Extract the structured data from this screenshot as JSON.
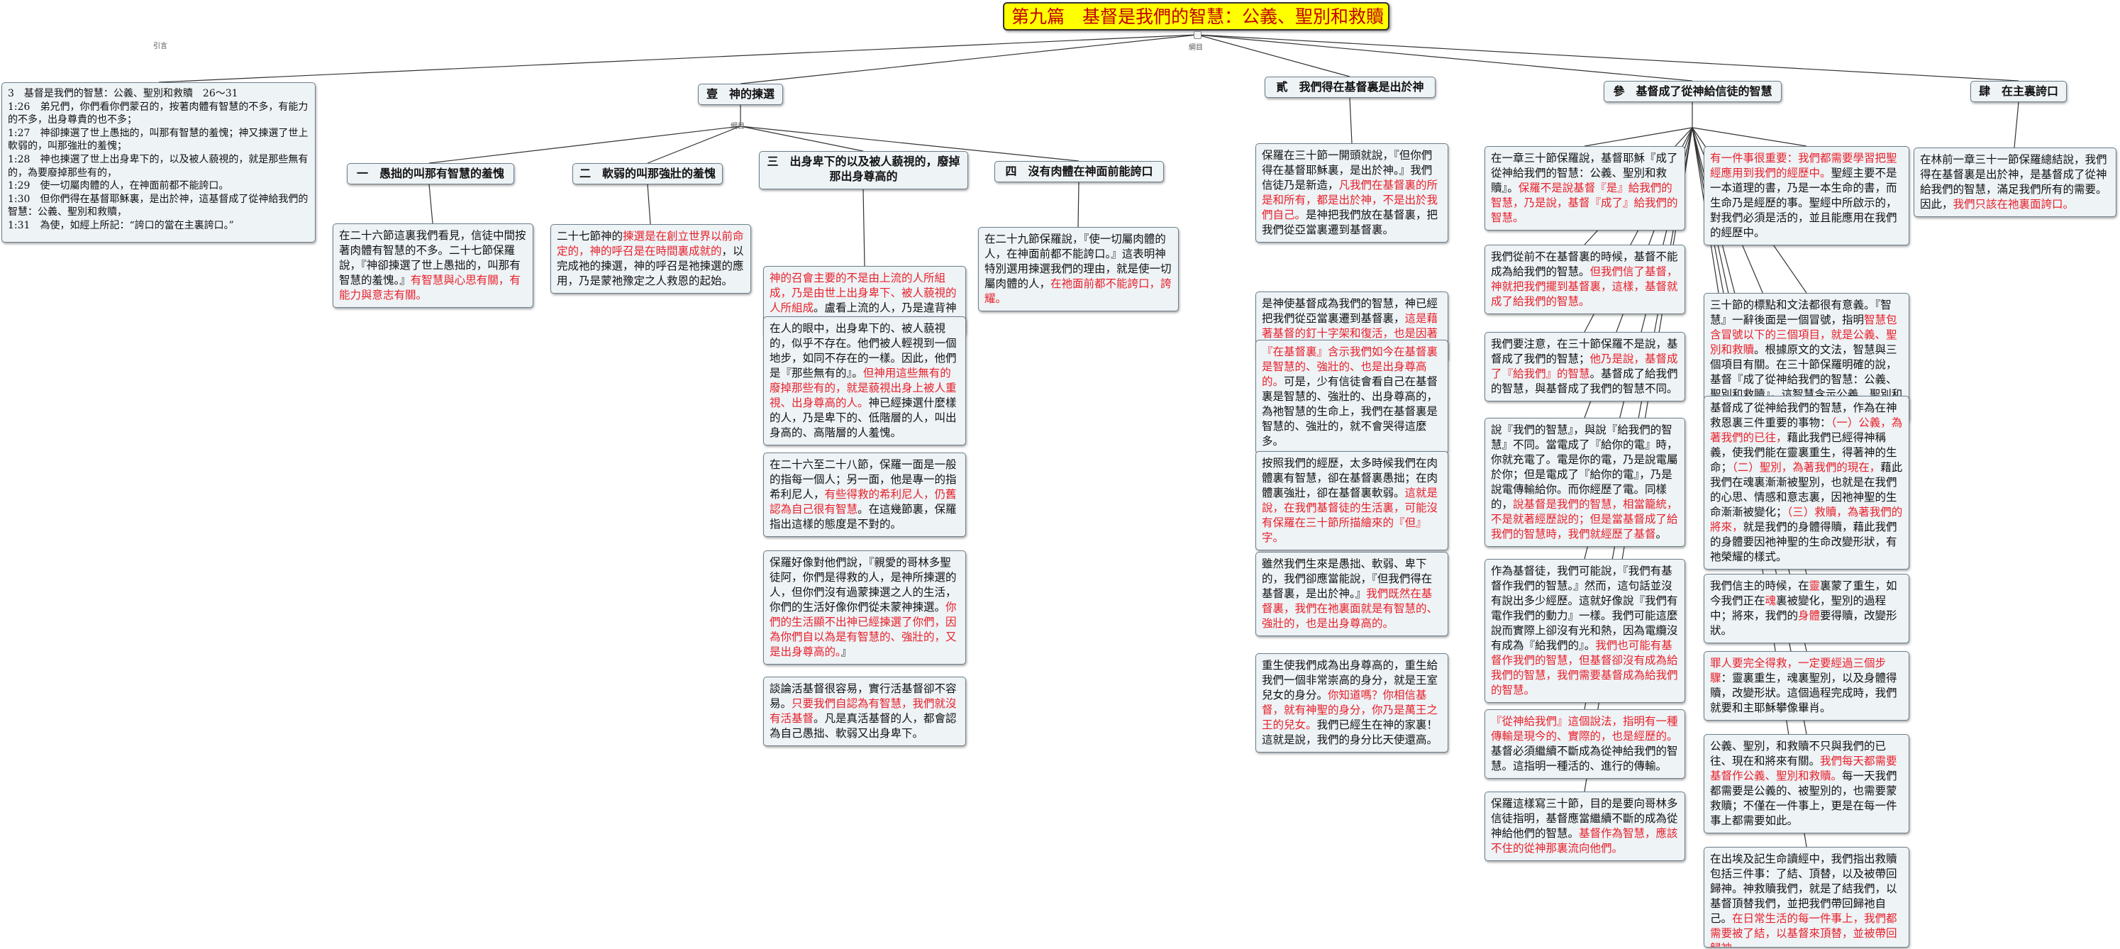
{
  "title": "第九篇　基督是我們的智慧：公義、聖別和救贖",
  "connector_labels": {
    "left": "引言",
    "center": "綱目",
    "sub": "綱目"
  },
  "intro": {
    "text": "3　基督是我們的智慧：公義、聖別和救贖　26～31\n1:26　弟兄們，你們看你們蒙召的，按著肉體有智慧的不多，有能力的不多，出身尊貴的也不多；\n1:27　神卻揀選了世上愚拙的，叫那有智慧的羞愧；神又揀選了世上軟弱的，叫那強壯的羞愧；\n1:28　神也揀選了世上出身卑下的，以及被人藐視的，就是那些無有的，為要廢掉那些有的，\n1:29　使一切屬肉體的人，在神面前都不能誇口。\n1:30　但你們得在基督耶穌裏，是出於神，這基督成了從神給我們的智慧：公義、聖別和救贖，\n1:31　為使，如經上所記：“誇口的當在主裏誇口。”"
  },
  "b1": {
    "title": "壹　神的揀選",
    "subs": [
      {
        "title": "一　愚拙的叫那有智慧的羞愧",
        "notes": [
          [
            {
              "t": "在二十六節這裏我們看見，信徒中間按著肉體有智慧的不多。二十七節保羅說，『神卻揀選了世上愚拙的，叫那有智慧的羞愧。』"
            },
            {
              "t": "有智慧與心思有關，有能力與意志有關。",
              "r": true
            }
          ]
        ]
      },
      {
        "title": "二　軟弱的叫那強壯的羞愧",
        "notes": [
          [
            {
              "t": "二十七節神的"
            },
            {
              "t": "揀選是在創立世界以前命定的，神的呼召是在時間裏成就的",
              "r": true
            },
            {
              "t": "，以完成祂的揀選，神的呼召是祂揀選的應用，乃是蒙祂豫定之人救恩的起始。"
            }
          ]
        ]
      },
      {
        "title": "三　出身卑下的以及被人藐視的，廢掉那出身尊高的",
        "notes": [
          [
            {
              "t": "神的召會主要的不是由上流的人所組成，乃是由世上出身卑下、被人藐視的人所組成",
              "r": true
            },
            {
              "t": "。盧看上流的人，乃是違背神的心意，也是召會的霸凌。"
            }
          ],
          [
            {
              "t": "在人的眼中，出身卑下的、被人藐視的，似乎不存在。他們被人輕視到一個地步，如同不存在的一樣。因此，他們是『那些無有的』。"
            },
            {
              "t": "但神用這些無有的廢掉那些有的，就是藐視出身上被人重視、出身尊高的人。",
              "r": true
            },
            {
              "t": "神已經揀選什麼樣的人，乃是卑下的、低階層的人，叫出身高的、高階層的人羞愧。"
            }
          ],
          [
            {
              "t": "在二十六至二十八節，保羅一面是一般的指每一個人；另一面，他是專一的指希利尼人，"
            },
            {
              "t": "有些得救的希利尼人，仍舊認為自己很有智慧",
              "r": true
            },
            {
              "t": "。在這幾節裏，保羅指出這樣的態度是不對的。"
            }
          ],
          [
            {
              "t": "保羅好像對他們說，『親愛的哥林多聖徒阿，你們是得救的人，是神所揀選的人，但你們沒有過蒙揀選之人的生活，你們的生活好像你們從未蒙神揀選。"
            },
            {
              "t": "你們的生活顯不出神已經揀選了你們，因為你們自以為是有智慧的、強壯的，又是出身尊高的。",
              "r": true
            },
            {
              "t": "』"
            }
          ],
          [
            {
              "t": "談論活基督很容易，實行活基督卻不容易。"
            },
            {
              "t": "只要我們自認為有智慧，我們就沒有活基督",
              "r": true
            },
            {
              "t": "。凡是真活基督的人，都會認為自己愚拙、軟弱又出身卑下。"
            }
          ]
        ]
      },
      {
        "title": "四　沒有肉體在神面前能誇口",
        "notes": [
          [
            {
              "t": "在二十九節保羅說，『使一切屬肉體的人，在神面前都不能誇口。』這表明神特別選用揀選我們的理由，就是使一切屬肉體的人，"
            },
            {
              "t": "在祂面前都不能誇口，誇耀。",
              "r": true
            }
          ]
        ]
      }
    ]
  },
  "b2": {
    "title": "貳　我們得在基督裏是出於神",
    "notes": [
      [
        {
          "t": "保羅在三十節一開頭就說，『但你們得在基督耶穌裏，是出於神。』我們信徒乃是新造，"
        },
        {
          "t": "凡我們在基督裏的所是和所有，都是出於神，不是出於我們自己。",
          "r": true
        },
        {
          "t": "是神把我們放在基督裏，把我們從亞當裏遷到基督裏。"
        }
      ],
      [
        {
          "t": "是神使基督成為我們的智慧，神已經把我們從亞當裏遷到基督裏，"
        },
        {
          "t": "這是藉著基督的釘十字架和復活，也是因著我們的相信和受浸。",
          "r": true
        }
      ],
      [
        {
          "t": "『在基督裏』含示我們如今在基督裏是智慧的、強壯的、也是出身尊高的。",
          "r": true
        },
        {
          "t": "可是，少有信徒會看自己在基督裏是智慧的、強壯的、出身尊高的，為祂智慧的生命上，我們在基督裏是智慧的、強壯的，就不會哭得這麼多。"
        }
      ],
      [
        {
          "t": "按照我們的經歷，太多時候我們在肉體裏有智慧，卻在基督裏愚拙；在肉體裏強壯，卻在基督裏軟弱。"
        },
        {
          "t": "這就是說，在我們基督徒的生活裏，可能沒有保羅在三十節所描繪來的『但』字。",
          "r": true
        }
      ],
      [
        {
          "t": "雖然我們生來是愚拙、軟弱、卑下的，我們卻應當能說，『但我們得在基督裏，是出於神。』"
        },
        {
          "t": "我們既然在基督裏，我們在祂裏面就是有智慧的、強壯的，也是出身尊高的。",
          "r": true
        }
      ],
      [
        {
          "t": "重生使我們成為出身尊高的，重生給我們一個非常崇高的身分，就是王室兒女的身分。"
        },
        {
          "t": "你知道嗎？你相信基督，就有神聖的身分，你乃是萬王之王的兒女。",
          "r": true
        },
        {
          "t": "我們已經生在神的家裏！這就是說，我們的身分比天使還高。"
        }
      ]
    ]
  },
  "b3": {
    "title": "參　基督成了從神給信徒的智慧",
    "colA": [
      [
        {
          "t": "在一章三十節保羅說，基督耶穌『成了從神給我們的智慧：公義、聖別和救贖』。"
        },
        {
          "t": "保羅不是說基督『是』給我們的智慧，乃是說，基督『成了』給我們的智慧。",
          "r": true
        }
      ],
      [
        {
          "t": "我們從前不在基督裏的時候，基督不能成為給我們的智慧。"
        },
        {
          "t": "但我們信了基督，神就把我們擺到基督裏，這樣，基督就成了給我們的智慧。",
          "r": true
        }
      ],
      [
        {
          "t": "我們要注意，在三十節保羅不是說，基督成了我們的智慧；"
        },
        {
          "t": "他乃是說，基督成了『給我們』的智慧",
          "r": true
        },
        {
          "t": "。基督成了給我們的智慧，與基督成了我們的智慧不同。"
        }
      ],
      [
        {
          "t": "說『我們的智慧』，與說『給我們的智慧』不同。當電成了『給你的電』時，你就充電了。電是你的電，乃是說電屬於你；但是電成了『給你的電』，乃是說電傳輸給你。而你經歷了電。同樣的，"
        },
        {
          "t": "說基督是我們的智慧，相當籠統，不是就著經歷說的；但是當基督成了給我們的智慧時，我們就經歷了基督",
          "r": true
        },
        {
          "t": "。"
        }
      ],
      [
        {
          "t": "作為基督徒，我們可能說，『我們有基督作我們的智慧。』然而，這句話並沒有說出多少經歷。這就好像說『我們有電作我們的動力』一樣。我們可能這麼說而實際上卻沒有光和熱，因為電纜沒有成為『給我們的』。"
        },
        {
          "t": "我們也可能有基督作我們的智慧，但基督卻沒有成為給我們的智慧，我們需要基督成為給我們的智慧。",
          "r": true
        }
      ],
      [
        {
          "t": "『從神給我們』這個說法，指明有一種傳輸是現今的、實際的，也是經歷的。",
          "r": true
        },
        {
          "t": "基督必須繼續不斷成為從神給我們的智慧。這指明一種活的、進行的傳輸。"
        }
      ],
      [
        {
          "t": "保羅這樣寫三十節，目的是要向哥林多信徒指明，基督應當繼續不斷的成為從神給他們的智慧。"
        },
        {
          "t": "基督作為智慧，應該不住的從神那裏流向他們。",
          "r": true
        }
      ]
    ],
    "colB": [
      [
        {
          "t": "有一件事很重要：我們都需要學習把聖經應用到我們的經歷中。",
          "r": true
        },
        {
          "t": "聖經主要不是一本道理的書，乃是一本生命的書，而生命乃是經歷的事。聖經中所啟示的，對我們必須是活的，並且能應用在我們的經歷中。"
        }
      ],
      [
        {
          "t": "三十節的標點和文法都很有意義。『智慧』一辭後面是一個冒號，指明"
        },
        {
          "t": "智慧包含冒號以下的三個項目，就是公義、聖別和救贖",
          "r": true
        },
        {
          "t": "。根據原文的文法，智慧與三個項目有關。在三十節保羅明確的說，基督『成了從神給我們的智慧：公義、聖別和救贖』。這智慧含示公義、聖別和救贖。"
        }
      ],
      [
        {
          "t": "基督成了從神給我們的智慧，作為在神救恩裏三件重要的事物："
        },
        {
          "t": "（一）公義，為著我們的已往，",
          "r": true
        },
        {
          "t": "藉此我們已經得神稱義，使我們能在靈裏重生，得著神的生命；"
        },
        {
          "t": "（二）聖別，為著我們的現在，",
          "r": true
        },
        {
          "t": "藉此我們在魂裏漸漸被聖別，也就是在我們的心思、情感和意志裏，因祂神聖的生命漸漸被變化；"
        },
        {
          "t": "（三）救贖，為著我們的將來，",
          "r": true
        },
        {
          "t": "就是我們的身體得贖，藉此我們的身體要因祂神聖的生命改變形狀，有祂榮耀的樣式。"
        }
      ],
      [
        {
          "t": "我們信主的時候，在"
        },
        {
          "t": "靈",
          "r": true
        },
        {
          "t": "裏蒙了重生，如今我們正在"
        },
        {
          "t": "魂",
          "r": true
        },
        {
          "t": "裏被變化，聖別的過程中；將來，我們的"
        },
        {
          "t": "身體",
          "r": true
        },
        {
          "t": "要得贖，改變形狀。"
        }
      ],
      [
        {
          "t": "罪人要完全得救，一定要經過三個步驟",
          "r": true
        },
        {
          "t": "：靈裏重生，魂裏聖別，以及身體得贖，改變形狀。這個過程完成時，我們就要和主耶穌攀像畢肖。"
        }
      ],
      [
        {
          "t": "公義、聖別，和救贖不只與我們的已往、現在和將來有關。"
        },
        {
          "t": "我們每天都需要基督作公義、聖別和救贖。",
          "r": true
        },
        {
          "t": "每一天我們都需要是公義的、被聖別的，也需要蒙救贖；不僅在一件事上，更是在每一件事上都需要如此。"
        }
      ],
      [
        {
          "t": "在出埃及記生命讀經中，我們指出救贖包括三件事：了結、頂替，以及被帶回歸神。神救贖我們，就是了結我們，以基督頂替我們，並把我們帶回歸祂自己。"
        },
        {
          "t": "在日常生活的每一件事上，我們都需要被了結，以基督來頂替，並被帶回歸神。",
          "r": true
        }
      ]
    ]
  },
  "b4": {
    "title": "肆　在主裏誇口",
    "notes": [
      [
        {
          "t": "在林前一章三十一節保羅總結說，我們得在基督裏是出於神，是基督成了從神給我們的智慧，滿足我們所有的需要。因此，"
        },
        {
          "t": "我們只該在祂裏面誇口。",
          "r": true
        }
      ]
    ]
  }
}
